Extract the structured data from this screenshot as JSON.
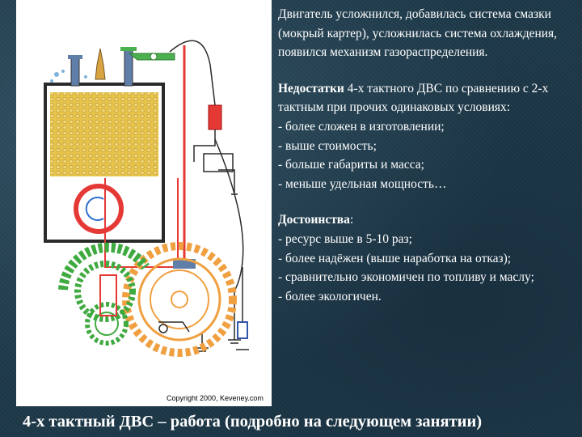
{
  "diagram": {
    "copyright": "Copyright 2000, Keveney.com"
  },
  "text": {
    "intro": "Двигатель усложнился, добавилась система смазки (мокрый картер), усложнилась система охлаждения, появился механизм газораспределения.",
    "disadvantages_heading": "Недостатки",
    "disadvantages_intro": " 4-х тактного ДВС по сравнению с 2-х тактным при прочих одинаковых условиях:",
    "disadvantages": [
      "- более сложен в изготовлении;",
      "- выше стоимость;",
      "- больше габариты и масса;",
      "- меньше удельная мощность…"
    ],
    "advantages_heading": "Достоинства",
    "advantages_colon": ":",
    "advantages": [
      "- ресурс выше в 5-10 раз;",
      "- более надёжен (выше наработка на отказ);",
      "- сравнительно экономичен по топливу и маслу;",
      "- более экологичен."
    ]
  },
  "footer": "4-х тактный ДВС – работа (подробно на следующем занятии)"
}
